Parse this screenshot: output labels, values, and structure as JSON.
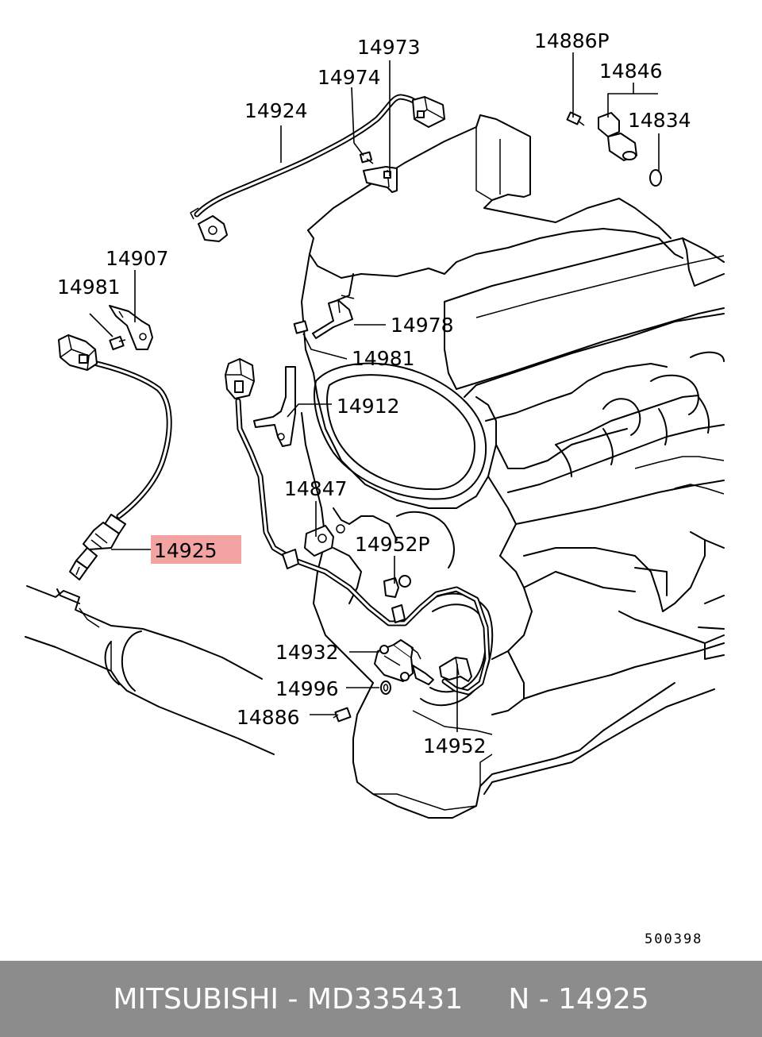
{
  "diagram": {
    "labels": {
      "p14973": "14973",
      "p14974": "14974",
      "p14924": "14924",
      "p14886P": "14886P",
      "p14846": "14846",
      "p14834": "14834",
      "p14907": "14907",
      "p14981a": "14981",
      "p14978": "14978",
      "p14981b": "14981",
      "p14912": "14912",
      "p14847": "14847",
      "p14952P": "14952P",
      "p14925": "14925",
      "p14932": "14932",
      "p14996": "14996",
      "p14886": "14886",
      "p14952": "14952"
    },
    "highlight_color": "#f4a3a3",
    "highlighted_part": "14925",
    "reference_code": "500398"
  },
  "footer": {
    "text": "MITSUBISHI - MD335431     N - 14925",
    "background": "#8c8c8c",
    "color": "#ffffff"
  }
}
